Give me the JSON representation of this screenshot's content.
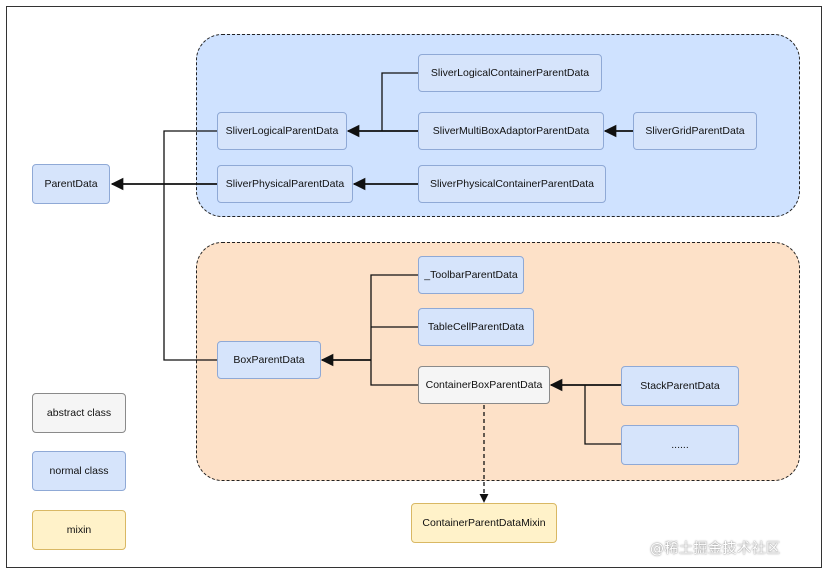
{
  "nodes": {
    "parent_data": "ParentData",
    "sliver_logical_parent_data": "SliverLogicalParentData",
    "sliver_physical_parent_data": "SliverPhysicalParentData",
    "sliver_logical_container_parent_data": "SliverLogicalContainerParentData",
    "sliver_multi_box_adaptor_parent_data": "SliverMultiBoxAdaptorParentData",
    "sliver_grid_parent_data": "SliverGridParentData",
    "sliver_physical_container_parent_data": "SliverPhysicalContainerParentData",
    "box_parent_data": "BoxParentData",
    "toolbar_parent_data": "_ToolbarParentData",
    "table_cell_parent_data": "TableCellParentData",
    "container_box_parent_data": "ContainerBoxParentData",
    "stack_parent_data": "StackParentData",
    "ellipsis": "......",
    "container_parent_data_mixin": "ContainerParentDataMixin"
  },
  "legend": {
    "abstract": "abstract class",
    "normal": "normal class",
    "mixin": "mixin"
  },
  "watermark": "@稀土掘金技术社区",
  "colors": {
    "sliver_group": "#cfe2ff",
    "box_group": "#fde1c8",
    "normal_class": "#d6e4fb",
    "abstract_class": "#f5f5f5",
    "mixin": "#fff2c9"
  }
}
